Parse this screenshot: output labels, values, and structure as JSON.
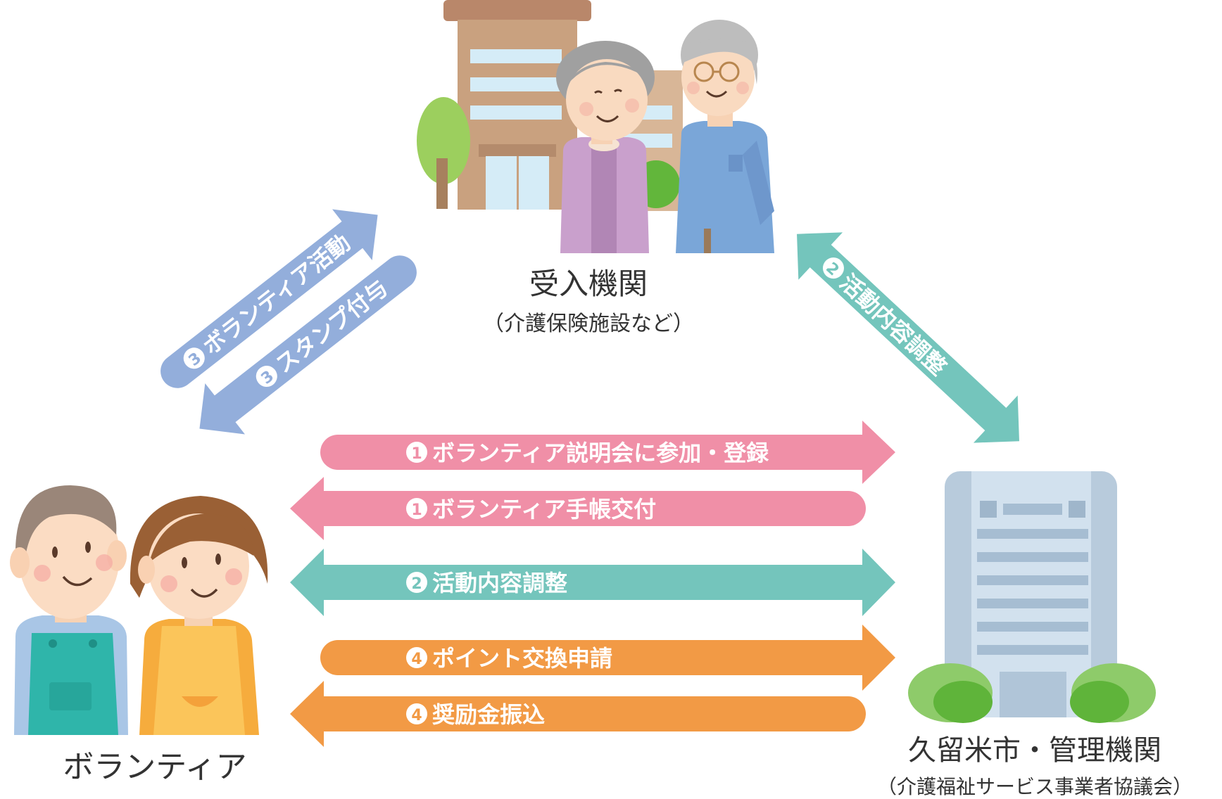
{
  "nodes": {
    "facility": {
      "title": "受入機関",
      "subtitle": "（介護保険施設など）"
    },
    "volunteer": {
      "title": "ボランティア"
    },
    "city": {
      "title": "久留米市・管理機関",
      "subtitle": "（介護福祉サービス事業者協議会）"
    }
  },
  "arrows": {
    "register": {
      "badge": "1",
      "label": "ボランティア説明会に参加・登録"
    },
    "handbook": {
      "badge": "1",
      "label": "ボランティア手帳交付"
    },
    "adjust": {
      "badge": "2",
      "label": "活動内容調整"
    },
    "apply": {
      "badge": "4",
      "label": "ポイント交換申請"
    },
    "grant": {
      "badge": "4",
      "label": "奨励金振込"
    },
    "activity": {
      "badge": "3",
      "label": "ボランティア活動"
    },
    "stamp": {
      "badge": "3",
      "label": "スタンプ付与"
    },
    "adjust_diag": {
      "badge": "2",
      "label": "活動内容調整"
    }
  },
  "colors": {
    "pink": "#f08fa7",
    "teal": "#74c5bc",
    "orange": "#f29a45",
    "blue": "#93aedb",
    "text": "#333333"
  }
}
